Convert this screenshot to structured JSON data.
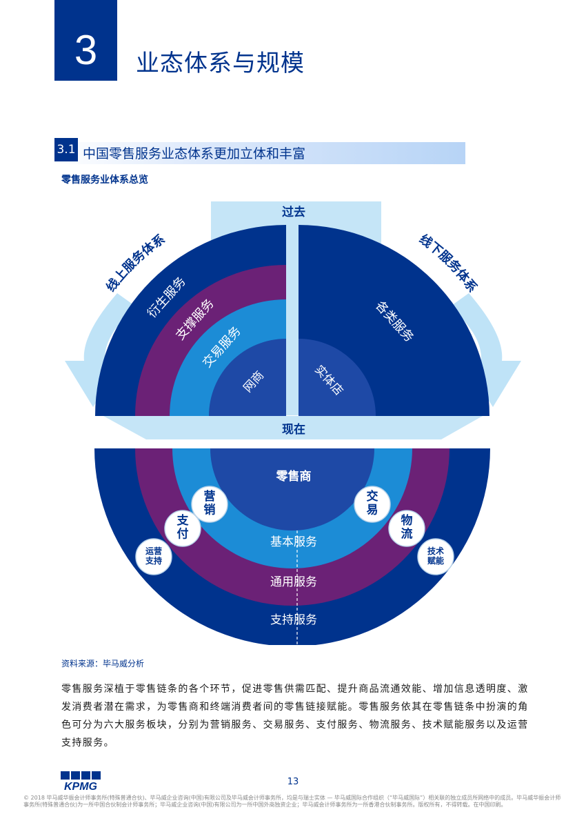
{
  "chapter": {
    "number": "3",
    "title": "业态体系与规模"
  },
  "section": {
    "number": "3.1",
    "title": "中国零售服务业态体系更加立体和丰富"
  },
  "figure_title": "零售服务业体系总览",
  "diagram": {
    "top_label": "过去",
    "middle_label": "现在",
    "online_arrow": "线上服务体系",
    "offline_arrow": "线下服务体系",
    "past": {
      "ring_derived": "衍生服务",
      "ring_support": "支撑服务",
      "ring_trade": "交易服务",
      "core_online": "网商",
      "core_offline": "实体店",
      "offline_services": "各类服务"
    },
    "present": {
      "core": "零售商",
      "ring_basic": "基本服务",
      "ring_general": "通用服务",
      "ring_support": "支持服务",
      "circle_marketing": "营销",
      "circle_trade": "交易",
      "circle_payment": "支付",
      "circle_logistics": "物流",
      "circle_operation": "运营支持",
      "circle_tech": "技术赋能"
    }
  },
  "colors": {
    "navy": "#00338d",
    "mid_blue": "#1e49a6",
    "light_blue": "#1c8cd6",
    "purple": "#6b2176",
    "pale_blue": "#c5e5f7",
    "arrow_blue": "#bfe3f7"
  },
  "source": "资料来源：毕马威分析",
  "body": "零售服务深植于零售链条的各个环节，促进零售供需匹配、提升商品流通效能、增加信息透明度、激发消费者潜在需求，为零售商和终端消费者间的零售链接赋能。零售服务依其在零售链条中扮演的角色可分为六大服务板块，分别为营销服务、交易服务、支付服务、物流服务、技术赋能服务以及运营支持服务。",
  "logo_text": "KPMG",
  "page_number": "13",
  "footer": "© 2018 毕马威华振会计师事务所(特殊普通合伙)、毕马威企业咨询(中国)有限公司及毕马威会计师事务所，均是与瑞士实体 — 毕马威国际合作组织（“毕马威国际”）相关联的独立成员所网络中的成员。毕马威华振会计师事务所(特殊普通合伙)为一所中国合伙制会计师事务所；毕马威企业咨询(中国)有限公司为一所中国外商独资企业；毕马威会计师事务所为一所香港合伙制事务所。版权所有，不得转载。在中国印刷。"
}
